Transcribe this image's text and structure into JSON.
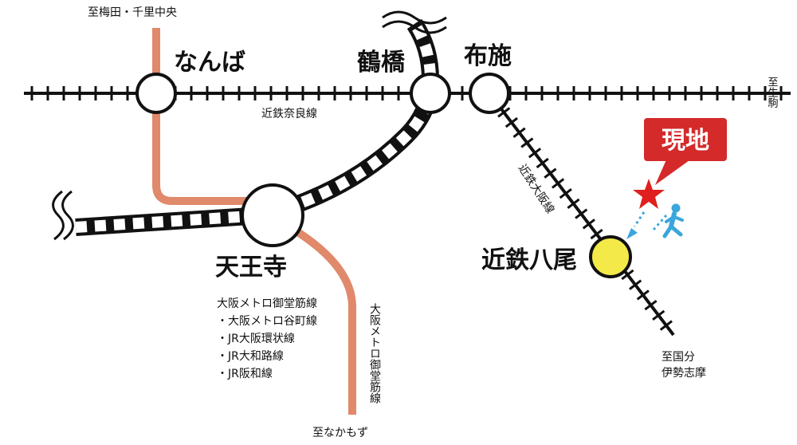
{
  "stations": {
    "namba": "なんば",
    "tsuruhashi": "鶴橋",
    "fuse": "布施",
    "tennoji": "天王寺",
    "kintetsu_yao": "近鉄八尾"
  },
  "lines": {
    "kintetsu_nara": "近鉄奈良線",
    "kintetsu_osaka": "近鉄大阪線",
    "midosuji_vertical": "大阪メトロ御堂筋線"
  },
  "tennoji_lines": [
    "大阪メトロ御堂筋線",
    "・大阪メトロ谷町線",
    "・JR大阪環状線",
    "・JR大和路線",
    "・JR阪和線"
  ],
  "directions": {
    "umeda": "至梅田・千里中央",
    "ikoma": "至生駒",
    "nakamozu": "至なかもず",
    "kokubu": "至国分",
    "ise_shima": "伊勢志摩"
  },
  "callout": {
    "label": "現地"
  },
  "colors": {
    "midosuji": "#e0896b",
    "callout_red": "#d42a2a",
    "yao_yellow": "#f3ea4a",
    "walker_blue": "#3aa6dc",
    "star_red": "#e02020"
  },
  "icons": {
    "walker": "walking-person-icon",
    "star": "star-icon"
  }
}
